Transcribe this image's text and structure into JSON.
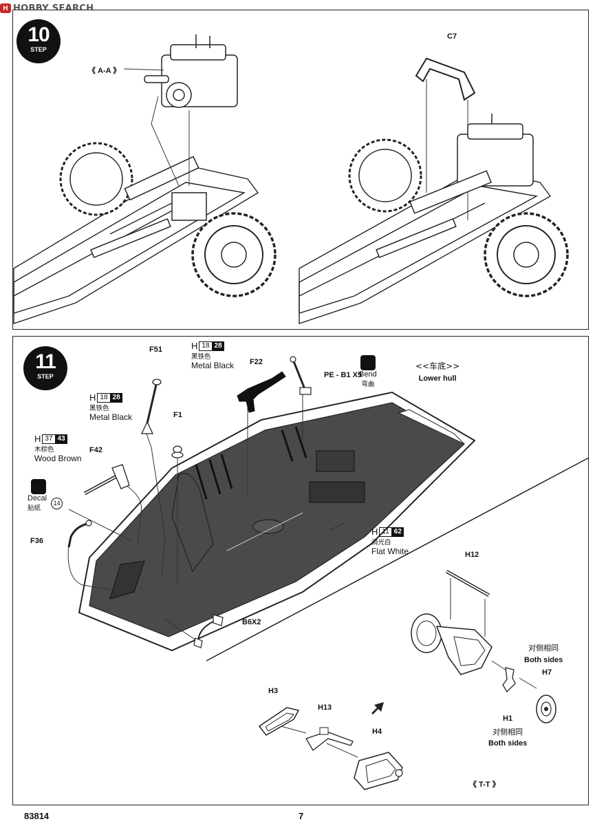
{
  "watermark": {
    "logo": "H",
    "text": "HOBBY SEARCH"
  },
  "step10": {
    "number": "10",
    "word": "STEP",
    "view_label": "《 A-A 》",
    "part_c7": "C7"
  },
  "step11": {
    "number": "11",
    "word": "STEP",
    "paint_metal_black_top": {
      "prefix": "H",
      "code": "18",
      "num": "28",
      "cn": "黑铁色",
      "name": "Metal  Black"
    },
    "part_f22": "F22",
    "part_pe": "PE - B1 X5",
    "bend": {
      "en": "Bend",
      "cn": "弯曲"
    },
    "lower_hull": {
      "cn": "<<车底>>",
      "en": "Lower hull"
    },
    "part_f51": "F51",
    "paint_metal_black_left": {
      "prefix": "H",
      "code": "18",
      "num": "28",
      "cn": "黑铁色",
      "name": "Metal  Black"
    },
    "part_f1": "F1",
    "paint_wood_brown": {
      "prefix": "H",
      "code": "37",
      "num": "43",
      "cn": "木棕色",
      "name": "Wood Brown"
    },
    "part_f42": "F42",
    "decal": {
      "en": "Decal",
      "cn": "贴纸",
      "num": "14"
    },
    "part_f36": "F36",
    "paint_flat_white": {
      "prefix": "H",
      "code": "11",
      "num": "62",
      "cn": "消光白",
      "name": "Flat White"
    },
    "part_b6x2": "B6X2",
    "part_h12": "H12",
    "both_sides_1": {
      "cn": "对侧相同",
      "en": "Both sides"
    },
    "part_h7": "H7",
    "part_h1": "H1",
    "both_sides_2": {
      "cn": "对侧相同",
      "en": "Both sides"
    },
    "part_h3": "H3",
    "part_h13": "H13",
    "part_h4": "H4",
    "view_tt": "《 T-T 》"
  },
  "footer": {
    "code": "83814",
    "page": "7"
  }
}
